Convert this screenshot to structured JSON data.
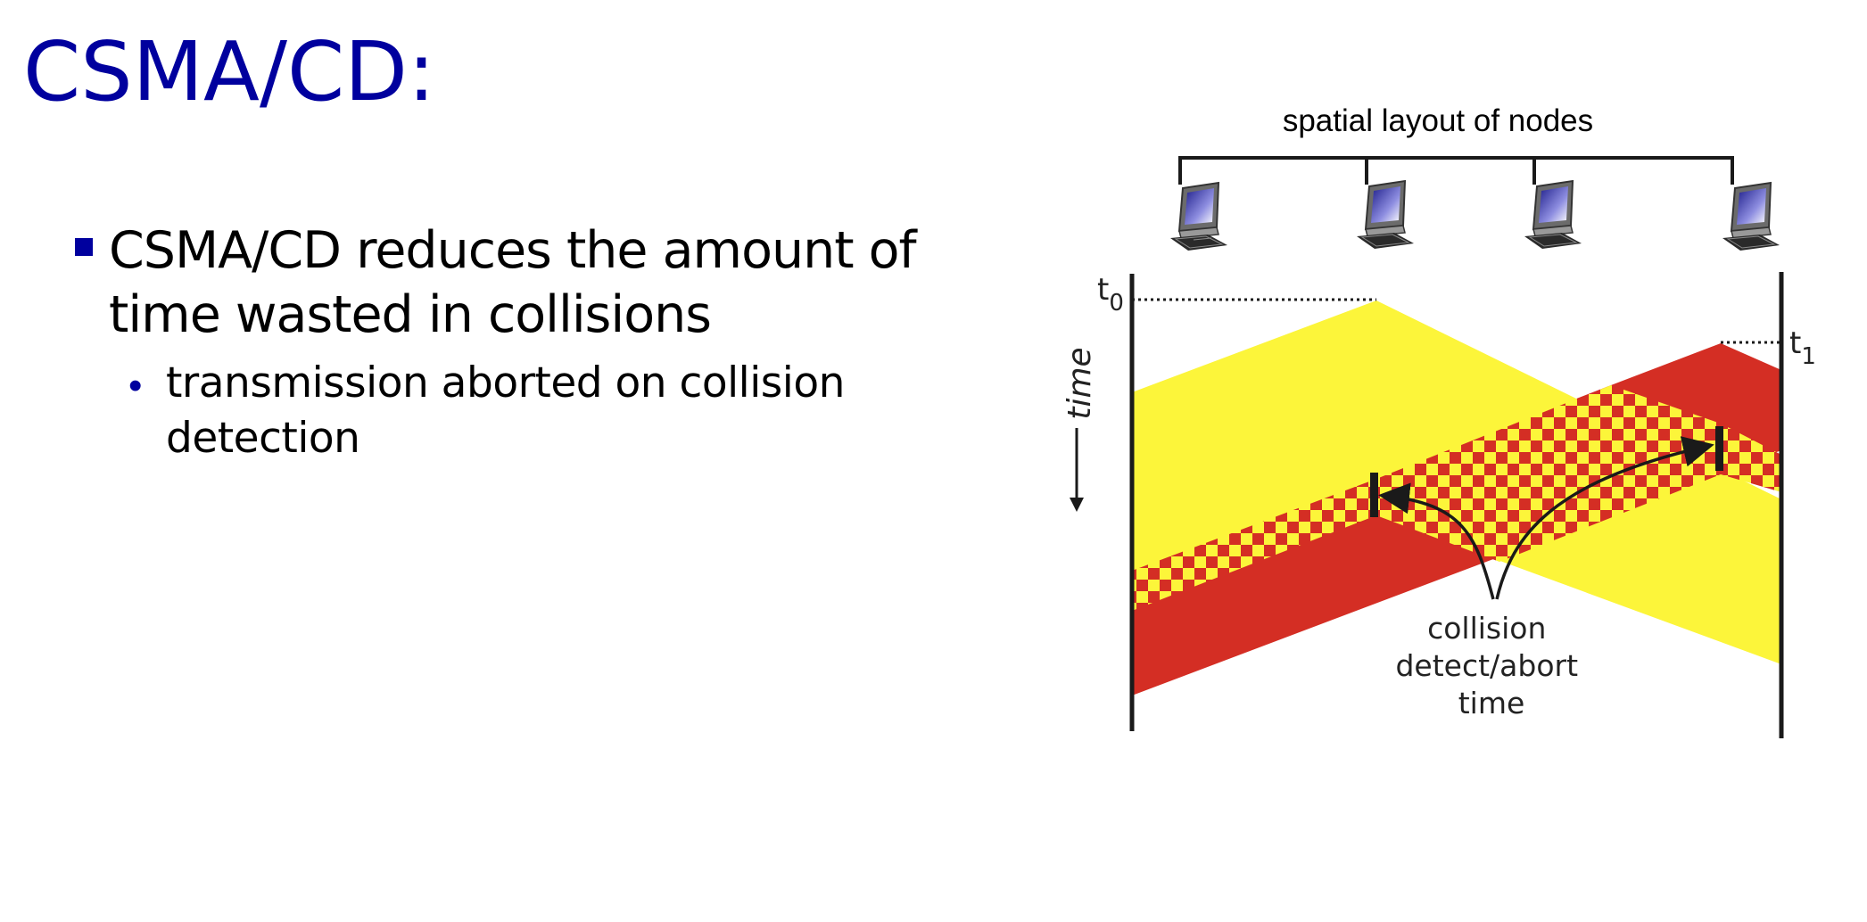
{
  "slide": {
    "title": "CSMA/CD:",
    "bullets": [
      {
        "text": "CSMA/CD reduces the amount of time wasted in collisions",
        "line1": "CSMA/CD reduces the amount of",
        "line2": "time wasted in collisions",
        "subbullets": [
          {
            "line1": "transmission aborted on collision",
            "line2": "detection"
          }
        ]
      }
    ]
  },
  "diagram": {
    "layout_label": "spatial layout of nodes",
    "node_count": 4,
    "node_icon": "desktop-computer-icon",
    "time_label": "time",
    "t0_label": "t",
    "t0_sub": "0",
    "t1_label": "t",
    "t1_sub": "1",
    "annotation_lines": [
      "collision",
      "detect/abort",
      "time"
    ],
    "colors": {
      "title": "#00009e",
      "yellow_transmission": "#fcf53a",
      "red_transmission": "#d42e24",
      "axis": "#1a1a1a"
    }
  }
}
